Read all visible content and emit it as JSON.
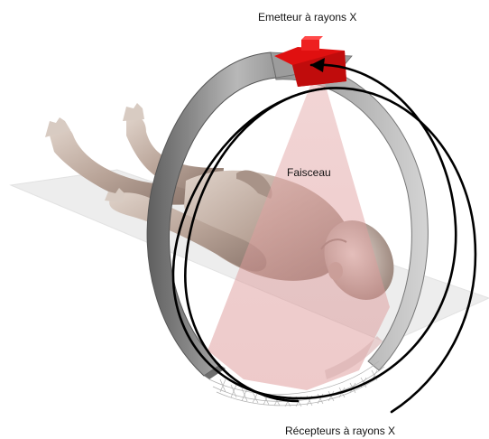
{
  "labels": {
    "emitter": "Emetteur à rayons X",
    "beam": "Faisceau",
    "receivers": "Récepteurs à rayons X"
  },
  "colors": {
    "emitter": "#e01010",
    "ring_dark": "#5a5a5a",
    "ring_light": "#bdbdbd",
    "beam": "#d98a8a",
    "body": "#c9b7ac",
    "table": "#eeeeee",
    "spiral": "#000000"
  }
}
